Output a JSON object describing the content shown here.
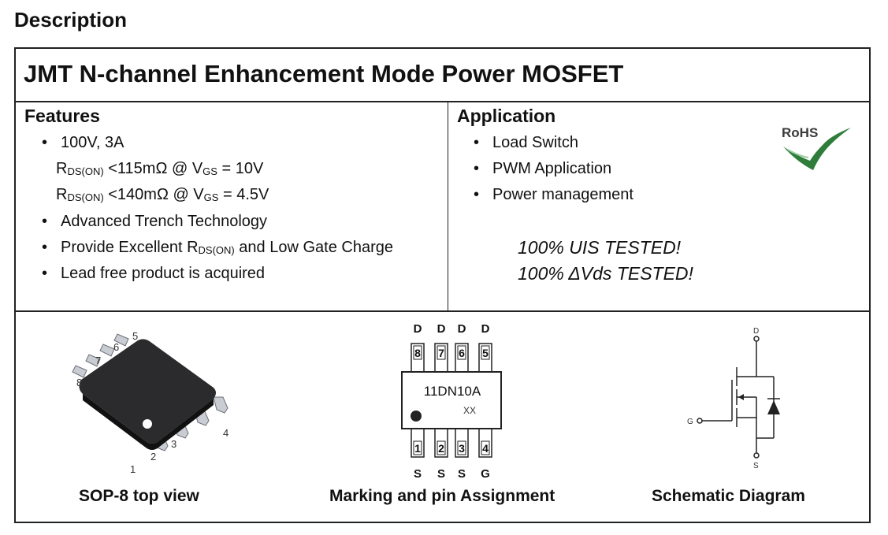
{
  "heading": "Description",
  "title": "JMT N-channel Enhancement Mode Power MOSFET",
  "features": {
    "heading": "Features",
    "rating": "100V, 3A",
    "rds1": {
      "r": "R",
      "r_sub": "DS(ON)",
      "mid": " <115mΩ @ V",
      "v_sub": "GS",
      "tail": " = 10V"
    },
    "rds2": {
      "r": "R",
      "r_sub": "DS(ON)",
      "mid": " <140mΩ @ V",
      "v_sub": "GS",
      "tail": " = 4.5V"
    },
    "trench": "Advanced Trench Technology",
    "excellent": {
      "pre": "Provide Excellent R",
      "sub": "DS(ON)",
      "post": " and Low Gate Charge"
    },
    "lead_free": "Lead free product is acquired"
  },
  "application": {
    "heading": "Application",
    "items": [
      "Load Switch",
      "PWM Application",
      "Power management"
    ],
    "tested1": "100% UIS TESTED!",
    "tested2": "100% ΔVds TESTED!",
    "rohs": "RoHS"
  },
  "sop8": {
    "pins": [
      "1",
      "2",
      "3",
      "4",
      "5",
      "6",
      "7",
      "8"
    ],
    "caption": "SOP-8 top view"
  },
  "marking": {
    "top_letters": [
      "D",
      "D",
      "D",
      "D"
    ],
    "top_pins": [
      "8",
      "7",
      "6",
      "5"
    ],
    "part": "11DN10A",
    "code": "XX",
    "bottom_pins": [
      "1",
      "2",
      "3",
      "4"
    ],
    "bottom_letters": [
      "S",
      "S",
      "S",
      "G"
    ],
    "caption": "Marking and pin Assignment"
  },
  "schematic": {
    "drain": "D",
    "gate": "G",
    "source": "S",
    "caption": "Schematic Diagram"
  },
  "colors": {
    "rohs_green": "#2e7d3a",
    "border": "#222222"
  }
}
